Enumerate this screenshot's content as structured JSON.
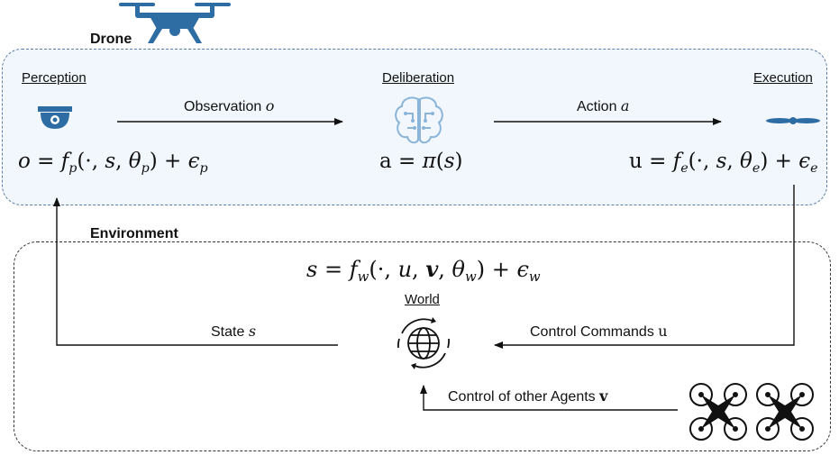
{
  "drone": {
    "title": "Drone",
    "perception": {
      "heading": "Perception",
      "equation": "o = f_p(·, s, θ_p) + ϵ_p"
    },
    "deliberation": {
      "heading": "Deliberation",
      "equation": "a = π(s)"
    },
    "execution": {
      "heading": "Execution",
      "equation": "u = f_e(·, s, θ_e) + ϵ_e"
    },
    "observation_label": "Observation",
    "observation_symbol": "o",
    "action_label": "Action",
    "action_symbol": "a"
  },
  "environment": {
    "title": "Environment",
    "equation": "s = f_w(·, u, v, θ_w) + ϵ_w",
    "world_heading": "World",
    "state_label": "State",
    "state_symbol": "s",
    "control_commands_label": "Control Commands",
    "control_commands_symbol": "u",
    "other_agents_label": "Control of other Agents",
    "other_agents_symbol": "v"
  },
  "icons": [
    "drone-icon",
    "camera-icon",
    "brain-icon",
    "propeller-icon",
    "world-icon",
    "quadcopter-icon"
  ],
  "colors": {
    "accent": "#2e6ca4",
    "drone_box_fill": "#f1f7fc",
    "drone_box_border": "#5b7fa6"
  }
}
